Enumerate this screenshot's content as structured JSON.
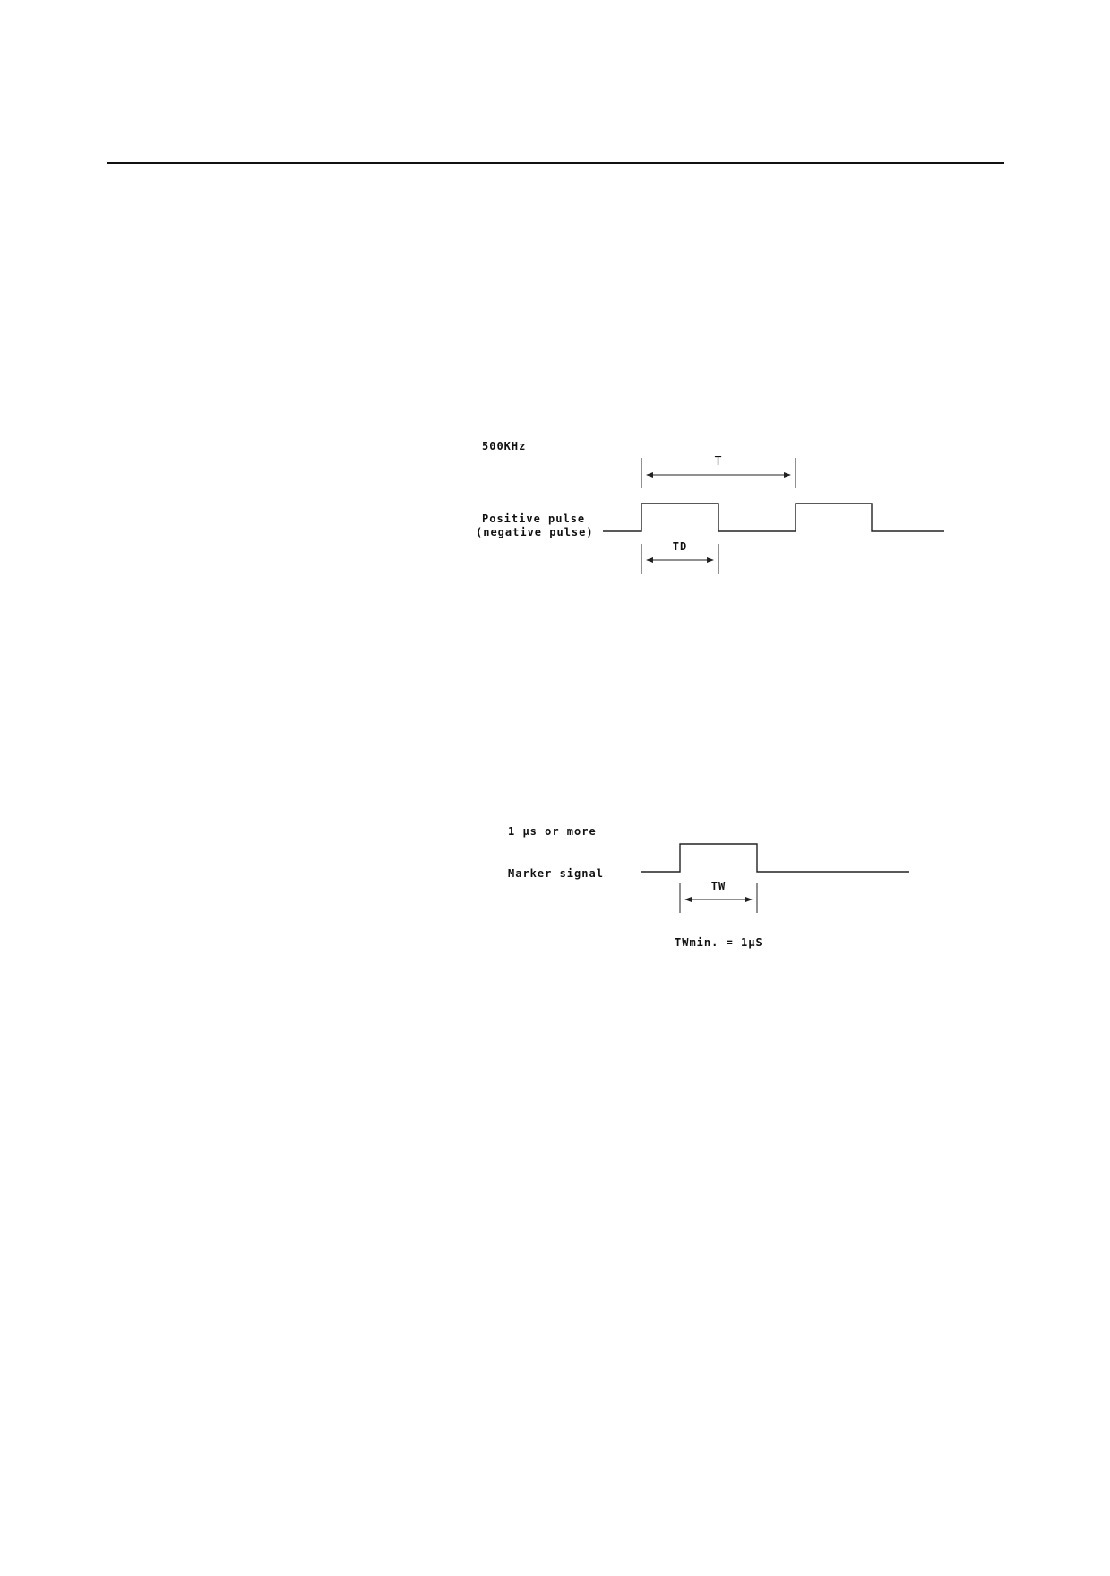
{
  "diagram1": {
    "frequency_label": "500KHz",
    "period_label": "T",
    "pulse_label_line1": "Positive pulse",
    "pulse_label_line2": "(negative pulse)",
    "duration_label": "TD"
  },
  "diagram2": {
    "width_note": "1 μs or more",
    "signal_label": "Marker signal",
    "width_label": "TW",
    "min_width_label": "TWmin. = 1μS"
  },
  "colors": {
    "ink": "#222222",
    "paper": "#ffffff"
  }
}
